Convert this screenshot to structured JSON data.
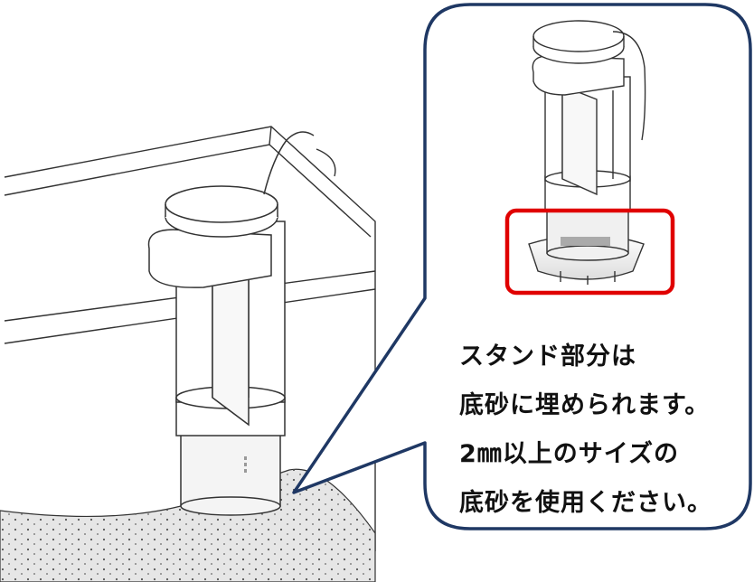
{
  "caption": {
    "lines": [
      "スタンド部分は",
      "底砂に埋められます。",
      "2㎜以上のサイズの",
      "底砂を使用ください。"
    ]
  },
  "colors": {
    "callout_border": "#1f3864",
    "highlight": "#e00000",
    "line": "#333333",
    "sand": "#e6e6e6"
  }
}
